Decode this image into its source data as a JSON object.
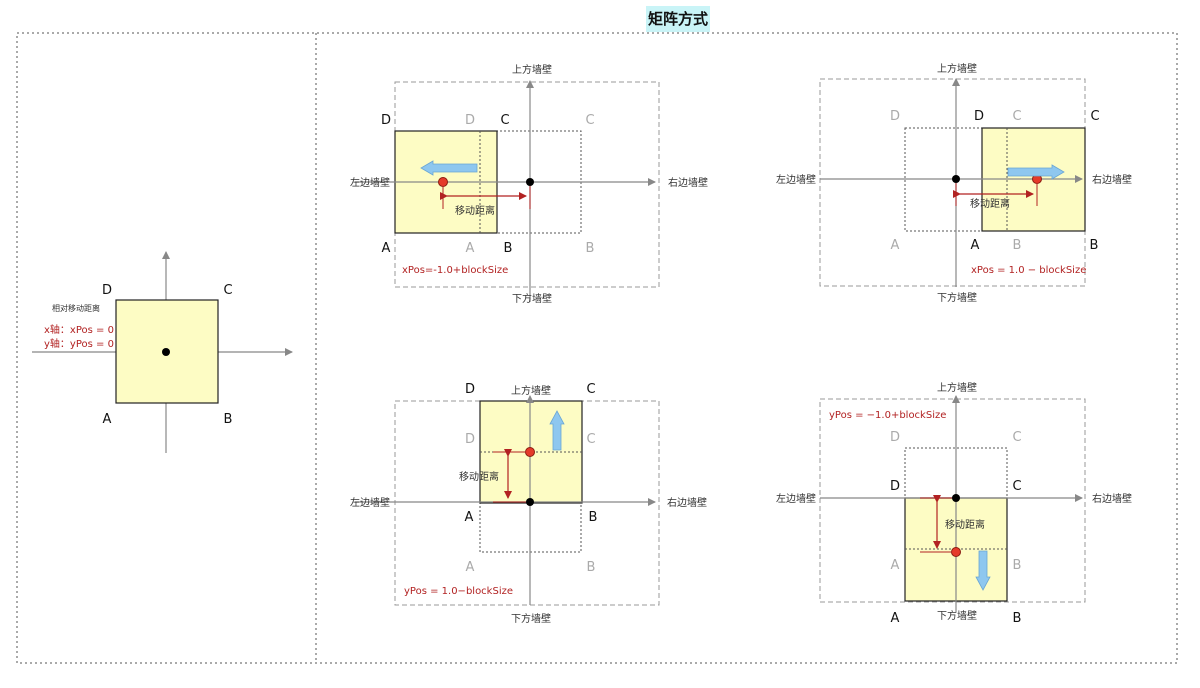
{
  "title": "矩阵方式",
  "walls": {
    "top": "上方墙壁",
    "bottom": "下方墙壁",
    "left": "左边墙壁",
    "right": "右边墙壁"
  },
  "move_distance": "移动距离",
  "relative_distance": "相对移动距离",
  "initial": {
    "x_axis": "x轴：xPos = 0",
    "y_axis": "y轴：yPos = 0"
  },
  "corners": {
    "a": "A",
    "b": "B",
    "c": "C",
    "d": "D"
  },
  "formulas": {
    "left_move": "xPos=-1.0+blockSize",
    "right_move": "xPos = 1.0 − blockSize",
    "up_move": "yPos = 1.0−blockSize",
    "down_move": "yPos = −1.0+blockSize"
  },
  "colors": {
    "block_fill": "#fdfcc4",
    "accent_red": "#b22222",
    "arrow_blue": "#8ec7ef",
    "title_bg": "#c9f4f7"
  }
}
